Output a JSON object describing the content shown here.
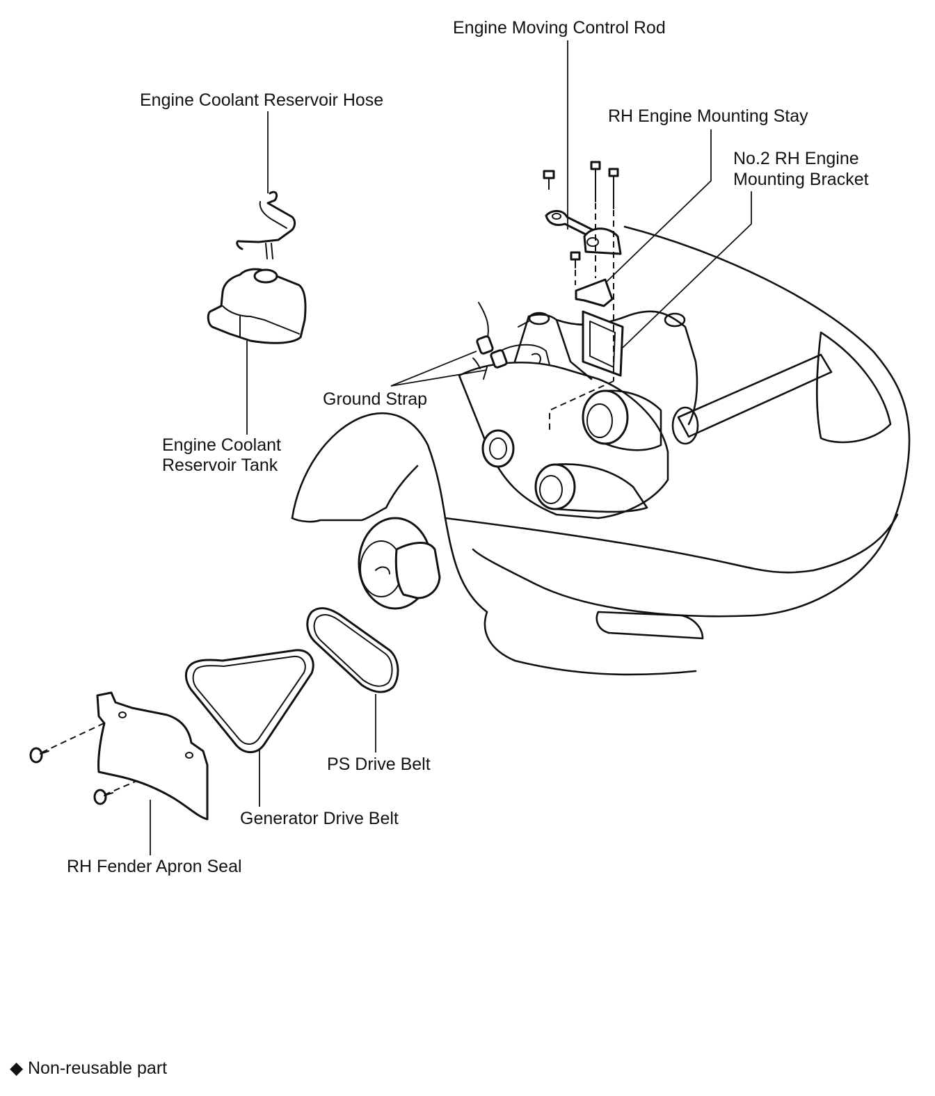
{
  "labels": {
    "engine_moving_control_rod": "Engine Moving Control Rod",
    "engine_coolant_reservoir_hose": "Engine Coolant Reservoir Hose",
    "rh_engine_mounting_stay": "RH Engine Mounting Stay",
    "no2_rh_engine_mounting_bracket_line1": "No.2 RH Engine",
    "no2_rh_engine_mounting_bracket_line2": "Mounting Bracket",
    "ground_strap": "Ground Strap",
    "engine_coolant_reservoir_tank_line1": "Engine Coolant",
    "engine_coolant_reservoir_tank_line2": "Reservoir Tank",
    "ps_drive_belt": "PS Drive Belt",
    "generator_drive_belt": "Generator Drive Belt",
    "rh_fender_apron_seal": "RH Fender Apron Seal"
  },
  "legend": {
    "symbol": "◆",
    "text": "Non-reusable part"
  }
}
